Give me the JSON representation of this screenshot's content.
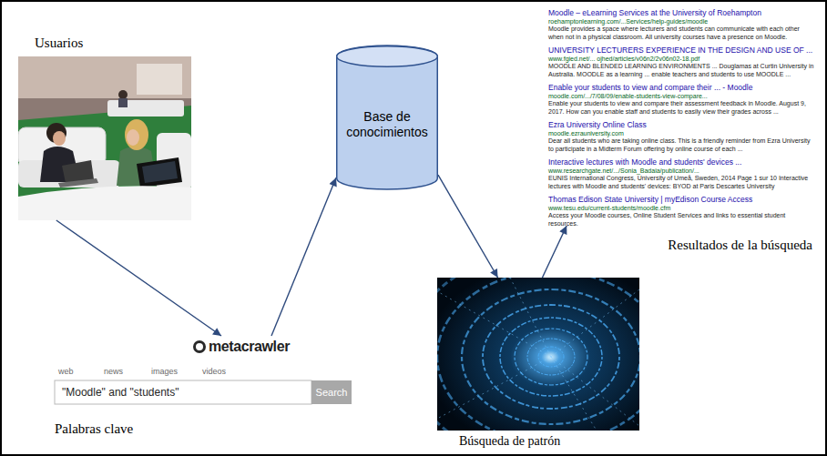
{
  "diagram": {
    "nodes": [
      {
        "text": [
          "Usuarios"
        ]
      },
      {
        "text": [
          "metacrawler"
        ]
      },
      {
        "text": [
          "Base de conocimientos"
        ]
      },
      {
        "text": [
          "Búsqueda de patrón"
        ]
      },
      {
        "text": [
          "Moodle – eLearning Services at the University of Roehampton",
          "roehamptonlearning.com/...Services/help-guides/moodle",
          "Moodle provides a space where lecturers and students can communicate with each other when not in a physical classroom. All university courses have a presence on Moodle.",
          "UNIVERSITY LECTURERS EXPERIENCE IN THE DESIGN AND USE OF ...",
          "www.fgied.net/... ojhed/articles/v06n2/2v06n02-18.pdf",
          "MOODLE AND BLENDED LEARNING ENVIRONMENTS ... Douglamas at Curtin University in Australia. MOODLE as a learning ... enable teachers and students to use MOODLE ...",
          "Enable your students to view and compare their ... - Moodle",
          "moodle.com/.../7/08/09/enable-students-view-compare...",
          "Enable your students to view and compare their assessment feedback in Moodle. August 9, 2017. How can you enable staff and students to easily view their grades across ...",
          "Ezra University Online Class",
          "moodle.ezrauniversity.com",
          "Dear all students who are taking online class. This is a friendly reminder from Ezra University to participate in a Midterm Forum offering by online course of each ...",
          "Interactive lectures with Moodle and students' devices ...",
          "www.researchgate.net/.../Sonia_Badaia/publication/...",
          "EUNIS International Congress, University of Umeå, Sweden, 2014 Page 1 sur 10 Interactive lectures with Moodle and students' devices: BYOD at Paris Descartes University",
          "Thomas Edison State University | myEdison Course Access",
          "www.tesu.edu/current-students/moodle.cfm",
          "Access your Moodle courses, Online Student Services and links to essential student resources.",
          "Resultados de la búsqueda"
        ]
      }
    ],
    "edges": [
      {
        "from": 0,
        "to": 1,
        "arrow": "to"
      },
      {
        "from": 1,
        "to": 2,
        "arrow": "to"
      },
      {
        "from": 2,
        "to": 3,
        "arrow": "to"
      },
      {
        "from": 3,
        "to": 4,
        "arrow": "to"
      }
    ],
    "labels": [
      "web",
      "news",
      "images",
      "videos",
      "\"Moodle\" and \"students\"",
      "Search",
      "Palabras clave"
    ]
  }
}
